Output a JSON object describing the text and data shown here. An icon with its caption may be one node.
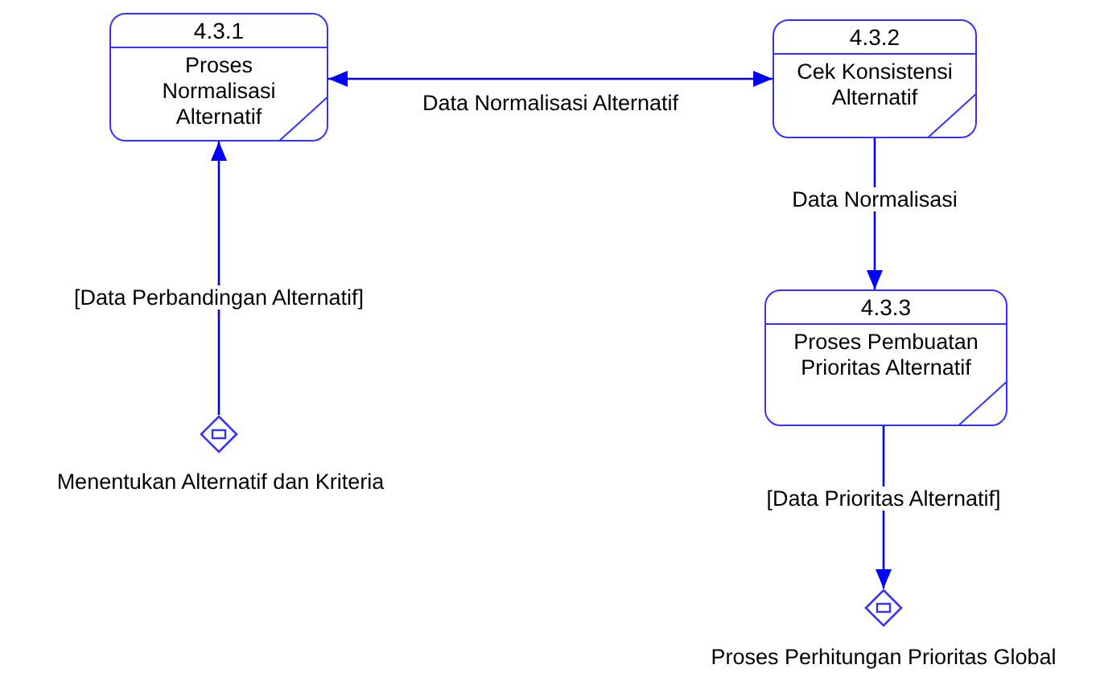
{
  "diagram": {
    "nodes": [
      {
        "text": [
          "4.3.1",
          "Proses Normalisasi Alternatif"
        ]
      },
      {
        "text": [
          "4.3.2",
          "Cek Konsistensi Alternatif"
        ]
      },
      {
        "text": [
          "4.3.3",
          "Proses Pembuatan Prioritas Alternatif"
        ]
      },
      {
        "text": [],
        "shape": "diamond",
        "beside": [
          "Menentukan Alternatif dan Kriteria"
        ]
      },
      {
        "text": [],
        "shape": "diamond",
        "beside": [
          "Proses Perhitungan Prioritas Global"
        ]
      }
    ],
    "edges": [
      {
        "from": 0,
        "to": 1,
        "arrow": "both",
        "label": "Data Normalisasi Alternatif"
      },
      {
        "from": 1,
        "to": 2,
        "arrow": "to",
        "label": "Data Normalisasi"
      },
      {
        "from": 2,
        "to": 4,
        "arrow": "to",
        "label": "[Data Prioritas Alternatif]"
      },
      {
        "from": 3,
        "to": 0,
        "arrow": "to",
        "label": "[Data Perbandingan Alternatif]"
      }
    ]
  }
}
